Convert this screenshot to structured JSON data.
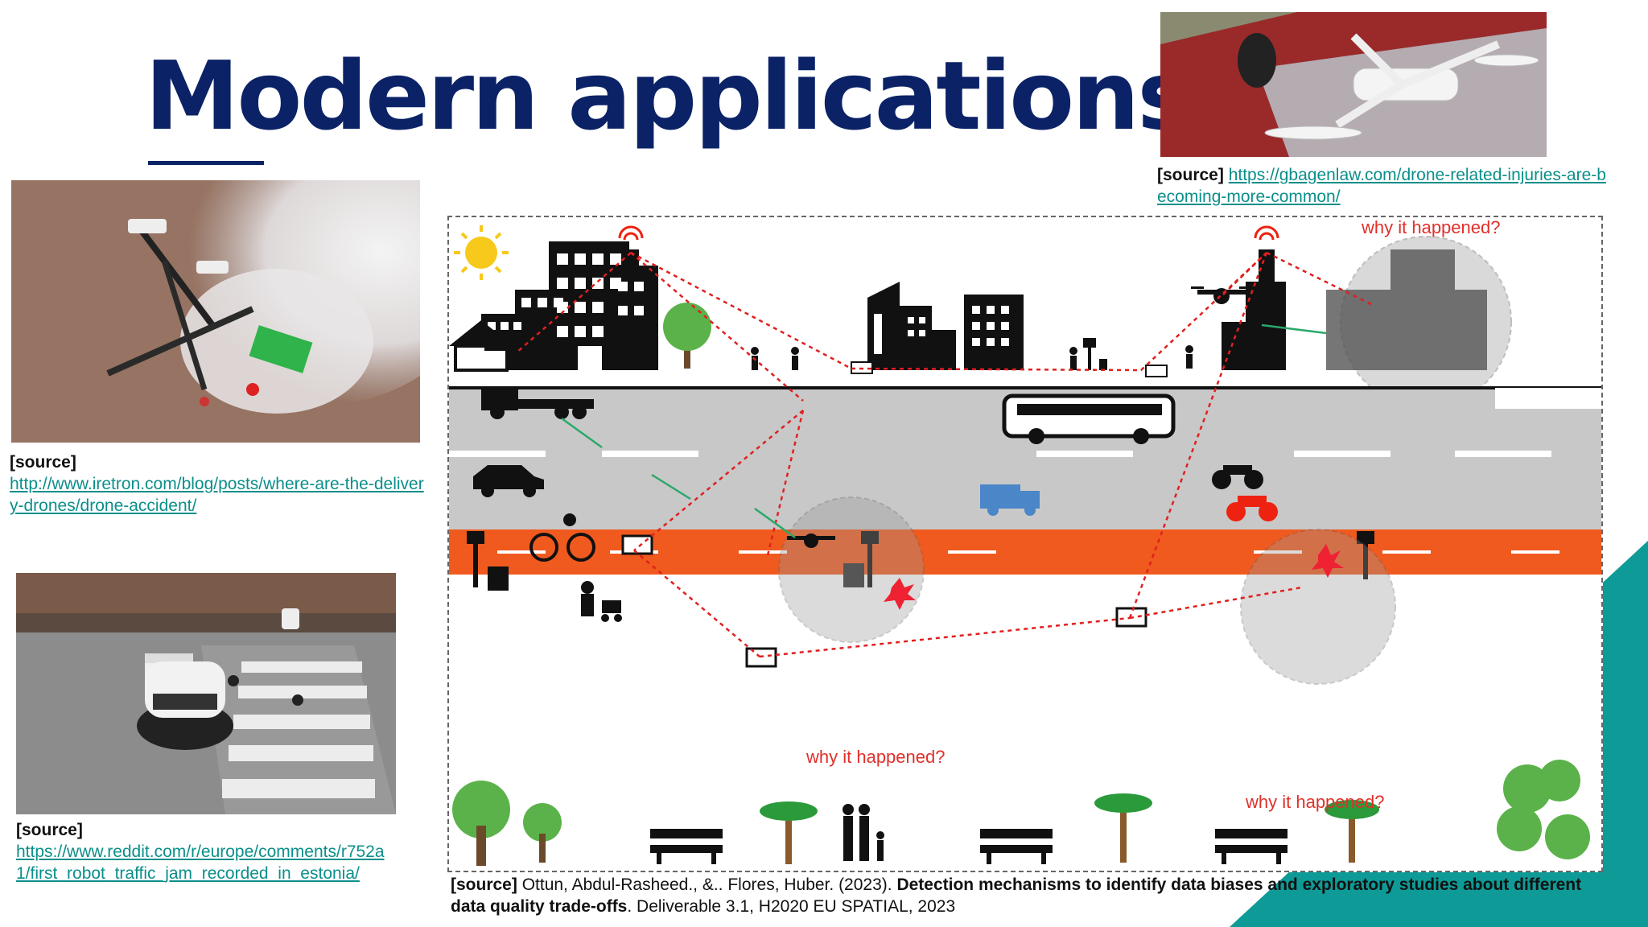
{
  "slide": {
    "title": "Modern applications"
  },
  "sources": {
    "top_right": {
      "label": "[source]",
      "link": "https://gbagenlaw.com/drone-related-injuries-are-becoming-more-common/"
    },
    "left_top": {
      "label": "[source]",
      "link": "http://www.iretron.com/blog/posts/where-are-the-delivery-drones/drone-accident/"
    },
    "left_bottom": {
      "label": "[source]",
      "link": "https://www.reddit.com/r/europe/comments/r752a1/first_robot_traffic_jam_recorded_in_estonia/"
    }
  },
  "citation": {
    "label": "[source]",
    "authors": " Ottun, Abdul-Rasheed., &.. Flores, Huber. (2023). ",
    "bold_title": "Detection mechanisms to identify data biases and exploratory studies about different data quality trade-offs",
    "rest": ". Deliverable 3.1, H2020 EU SPATIAL, 2023"
  },
  "illustration": {
    "why_label_1": "why it happened?",
    "why_label_2": "why it happened?",
    "why_label_3": "why it happened?"
  },
  "colors": {
    "title": "#0b2266",
    "link": "#0b8f8a",
    "bike_lane": "#f05a1e",
    "road": "#c8c8c8",
    "corner_accent": "#0e9a96",
    "why_text": "#e0302a"
  },
  "icons": [
    "sun-icon",
    "building-icon",
    "antenna-icon",
    "tree-icon",
    "drone-icon",
    "truck-icon",
    "car-icon",
    "bus-icon",
    "delivery-robot-icon",
    "pedestrian-icon",
    "bench-icon",
    "palm-tree-icon",
    "street-lamp-icon",
    "trash-bin-icon",
    "motorcycle-icon",
    "cyclist-icon",
    "stroller-icon",
    "family-icon",
    "explosion-icon"
  ]
}
